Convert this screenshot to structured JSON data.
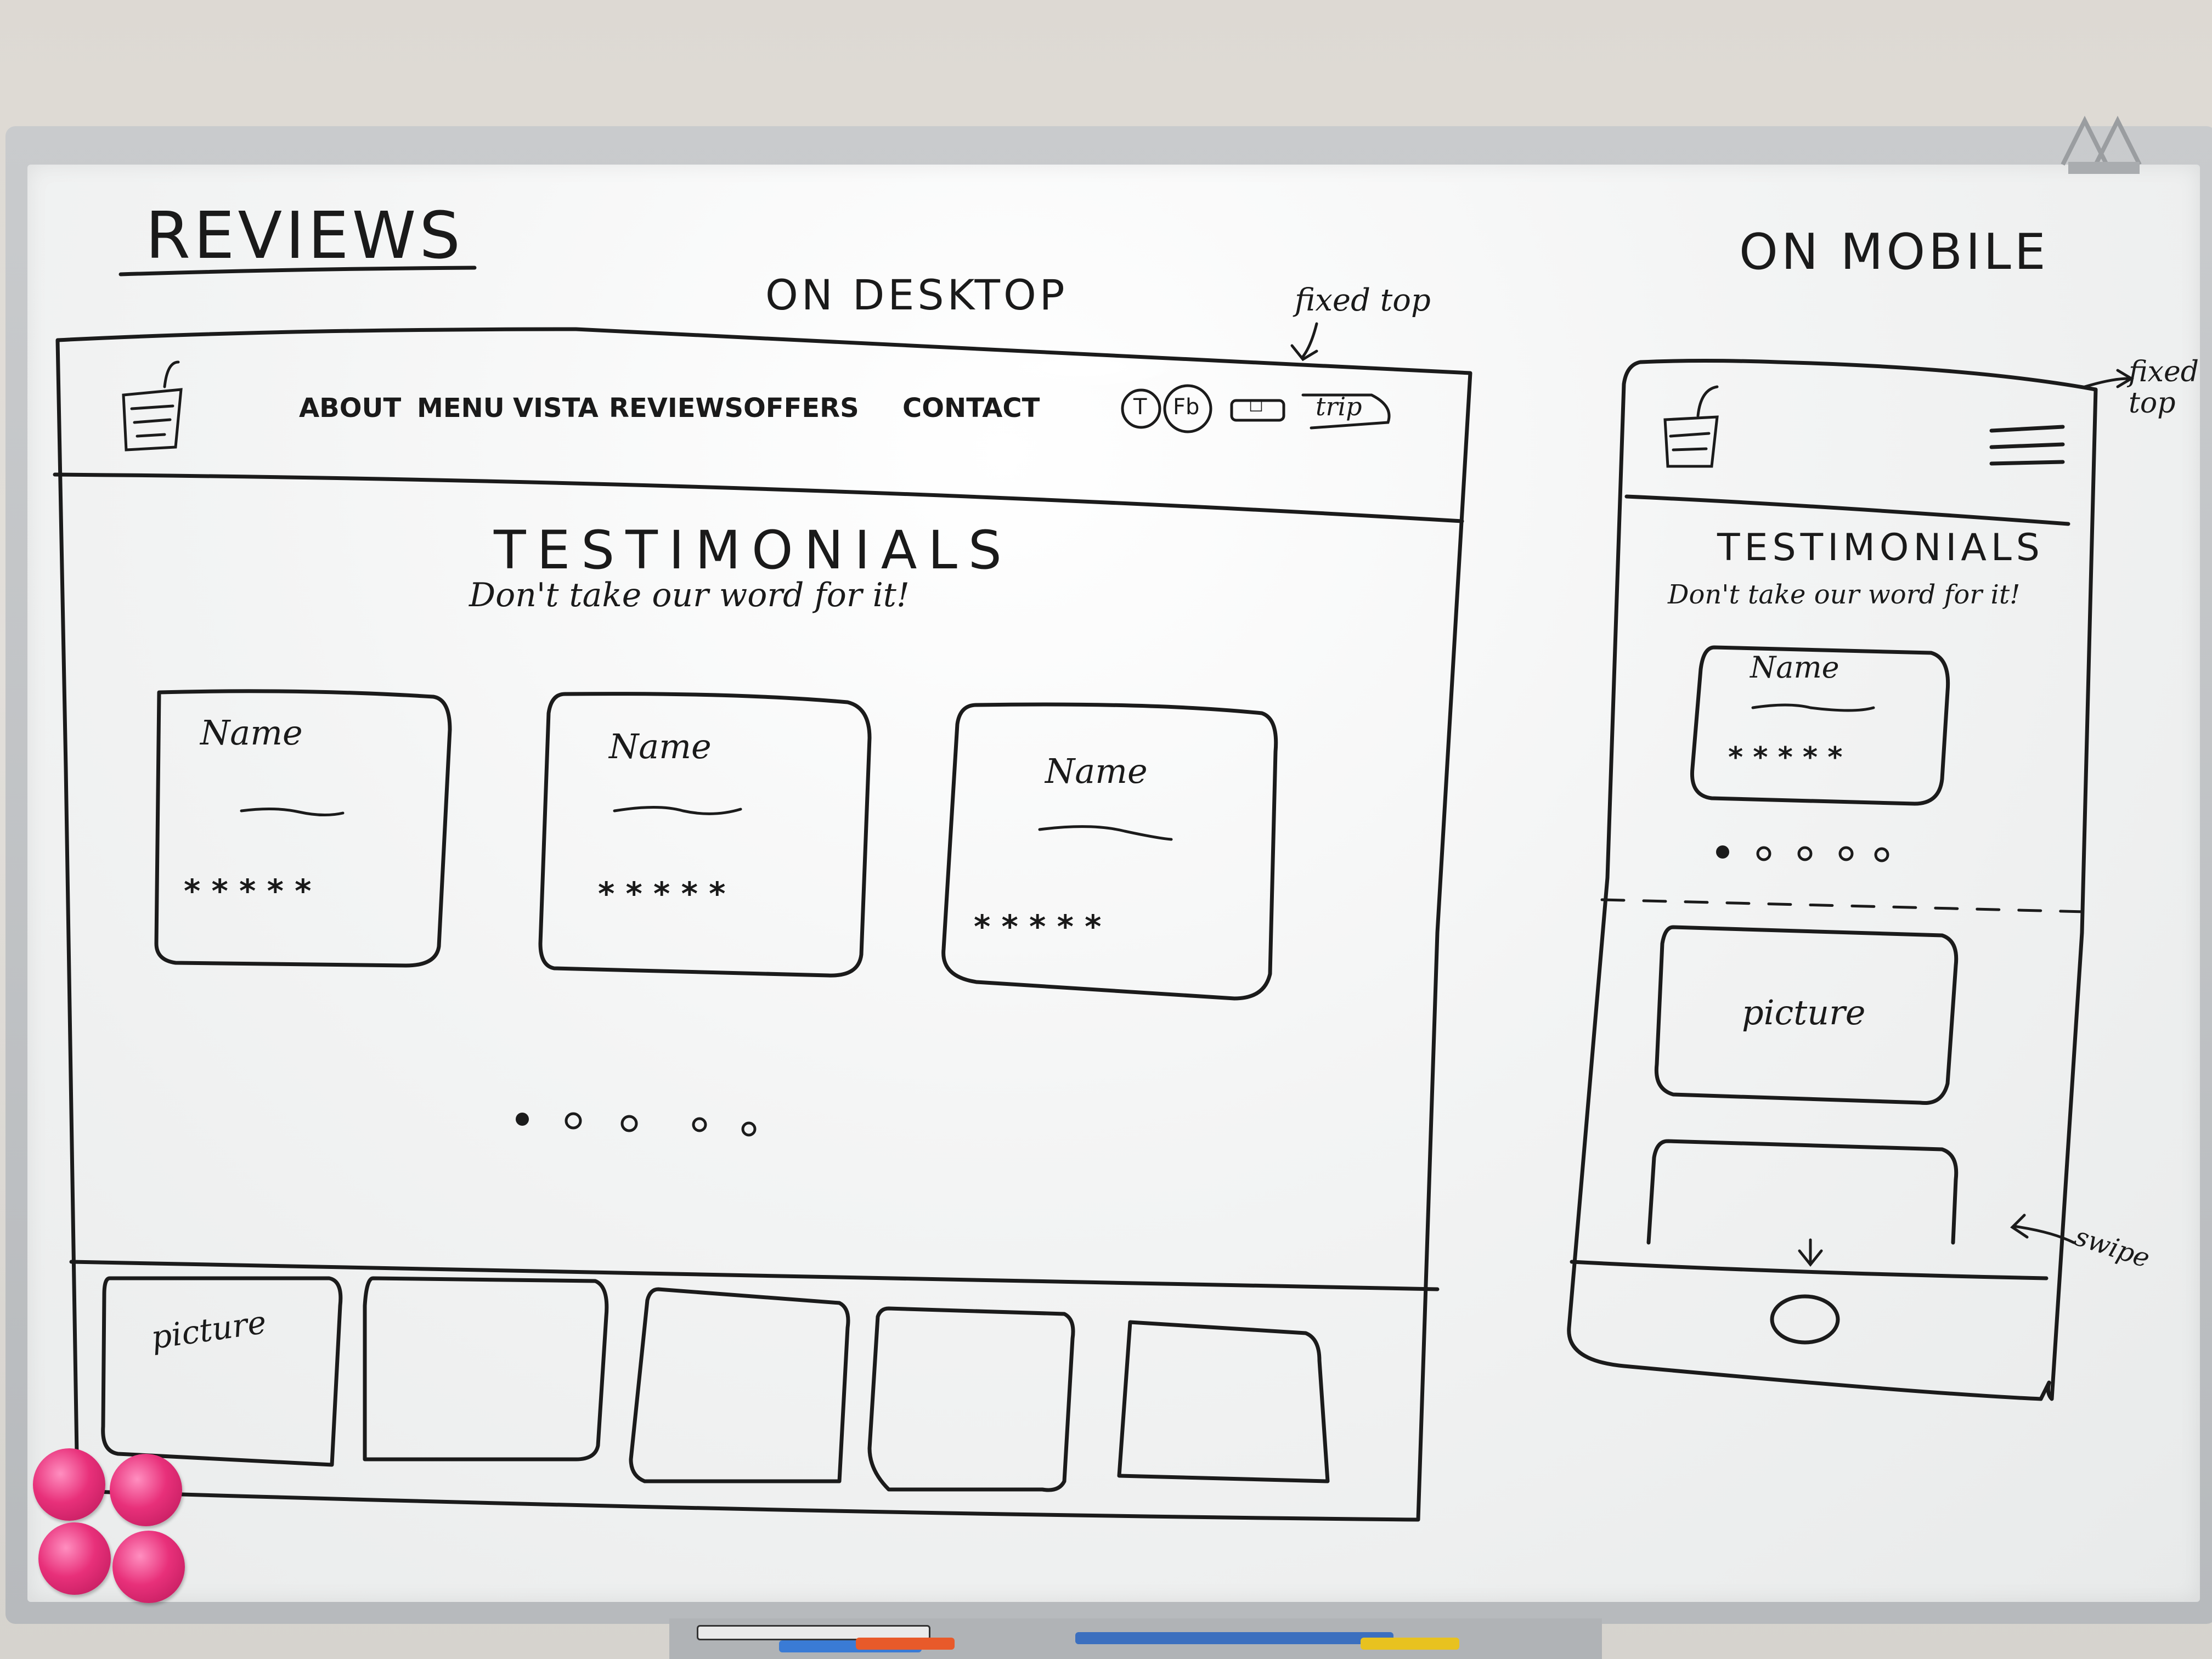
{
  "board": {
    "title": "REVIEWS",
    "desktop_label": "ON DESKTOP",
    "mobile_label": "ON MOBILE",
    "fixed_note_desktop": "fixed top",
    "fixed_note_mobile": "fixed top",
    "swipe_note": "swipe"
  },
  "desktop": {
    "logo_text": "",
    "nav": [
      "ABOUT",
      "MENU",
      "VISTA",
      "REVIEWS",
      "OFFERS",
      "CONTACT"
    ],
    "header_icons": [
      "T",
      "Fb",
      "☐"
    ],
    "header_button": "trip",
    "section_title": "TESTIMONIALS",
    "section_subtitle": "Don't take our word for it!",
    "cards": [
      {
        "name": "Name",
        "stars": "* * * * *"
      },
      {
        "name": "Name",
        "stars": "* * * * *"
      },
      {
        "name": "Name",
        "stars": "* * * * *"
      }
    ],
    "carousel": {
      "total": 5,
      "active": 0
    },
    "gallery": [
      {
        "label": "picture"
      },
      {
        "label": ""
      },
      {
        "label": ""
      },
      {
        "label": ""
      },
      {
        "label": ""
      }
    ]
  },
  "mobile": {
    "logo_text": "",
    "section_title": "TESTIMONIALS",
    "section_subtitle": "Don't take our word for it!",
    "card": {
      "name": "Name",
      "stars": "* * * * *"
    },
    "carousel": {
      "total": 5,
      "active": 0
    },
    "gallery": [
      {
        "label": "picture"
      },
      {
        "label": ""
      }
    ]
  },
  "colors": {
    "ink": "#1b1b1b",
    "magnet": "#e8307a",
    "board": "#f3f4f4"
  }
}
